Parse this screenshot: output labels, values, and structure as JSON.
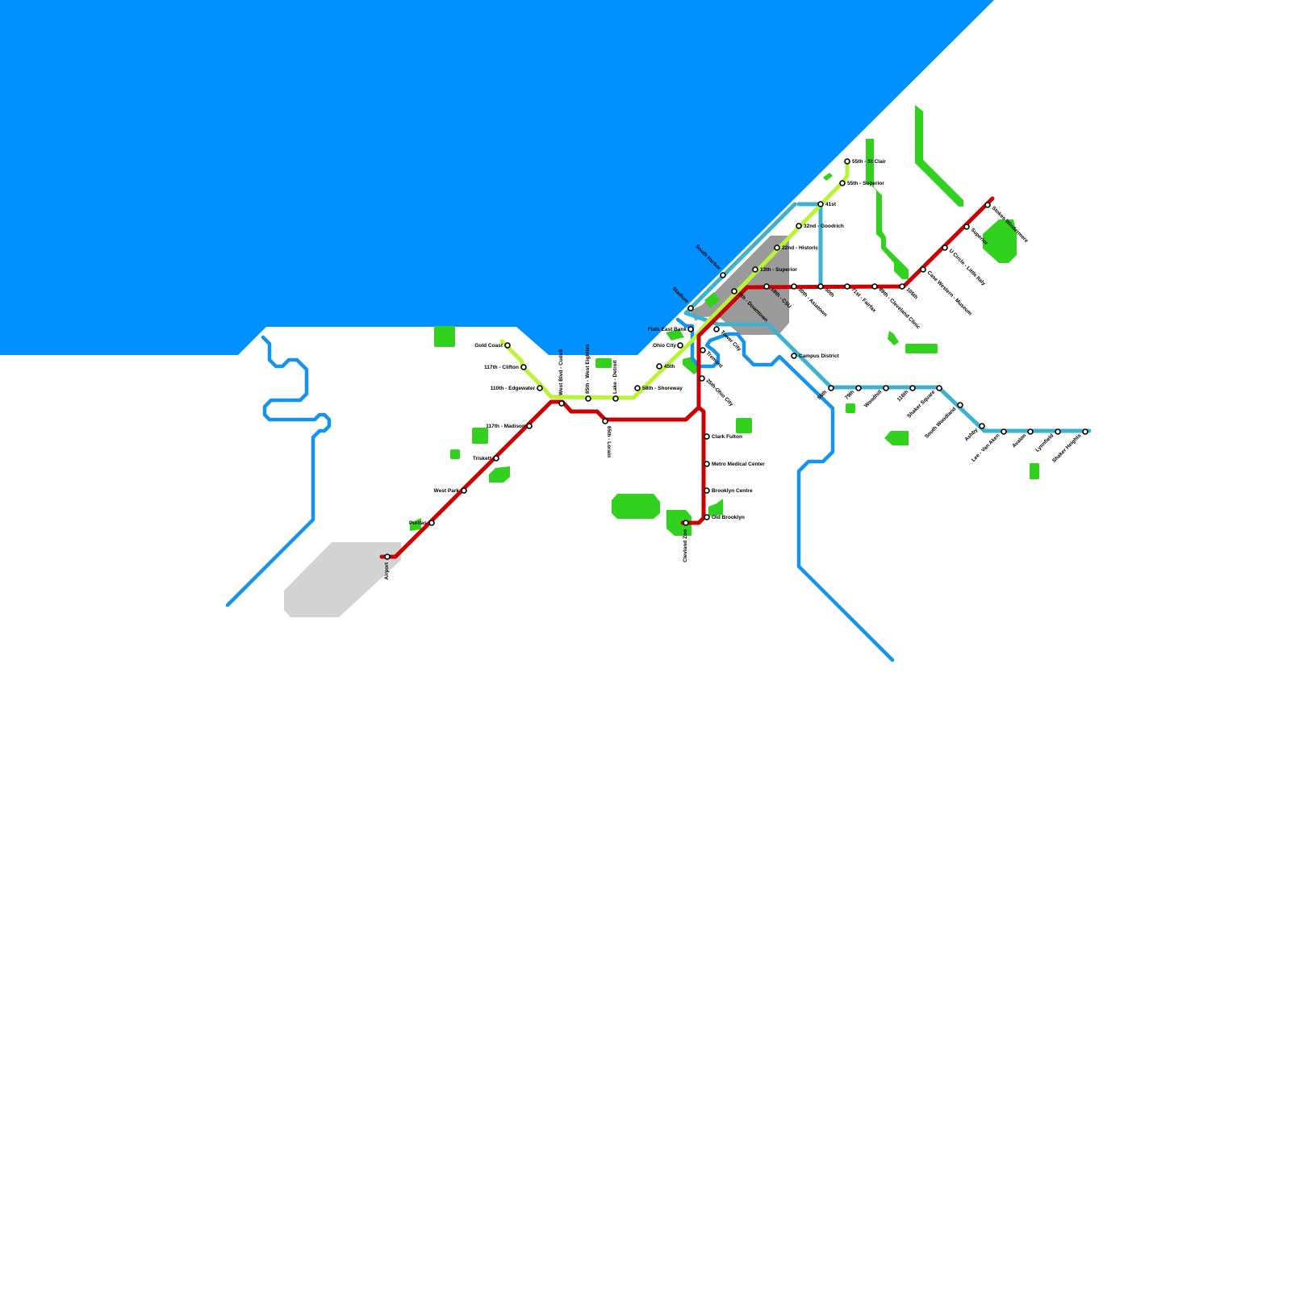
{
  "colors": {
    "water": "#0390ff",
    "river": "#1594ee",
    "park": "#33d11f",
    "downtown": "#9a9a9a",
    "airport": "#d3d3d3",
    "red_line": "#cc0000",
    "green_line": "#b7f536",
    "blue_line": "#3db2cf",
    "station_fill": "#ffffff",
    "station_stroke": "#000000"
  },
  "lines": [
    {
      "id": "red",
      "color": "#cc0000"
    },
    {
      "id": "green",
      "color": "#b7f536"
    },
    {
      "id": "blue",
      "color": "#3db2cf"
    }
  ],
  "stations": [
    {
      "id": "airport",
      "label": "Airport"
    },
    {
      "id": "puritas",
      "label": "Puritas"
    },
    {
      "id": "west-park",
      "label": "West Park"
    },
    {
      "id": "triskett",
      "label": "Triskett"
    },
    {
      "id": "117th-madison",
      "label": "117th - Madison"
    },
    {
      "id": "west-blvd-cudell",
      "label": "West Blvd - Cudell"
    },
    {
      "id": "65th-lorain",
      "label": "65th - Lorain"
    },
    {
      "id": "gold-coast",
      "label": "Gold Coast"
    },
    {
      "id": "117th-clifton",
      "label": "117th - Clifton"
    },
    {
      "id": "110th-edgewater",
      "label": "110th - Edgewater"
    },
    {
      "id": "85th-west-eighties",
      "label": "85th - West Eighties"
    },
    {
      "id": "lake-detroit",
      "label": "Lake - Detroit"
    },
    {
      "id": "58th-shoreway",
      "label": "58th - Shoreway"
    },
    {
      "id": "45th",
      "label": "45th"
    },
    {
      "id": "ohio-city",
      "label": "Ohio City"
    },
    {
      "id": "flats-east-bank",
      "label": "Flats East Bank"
    },
    {
      "id": "stadium",
      "label": "Stadium"
    },
    {
      "id": "south-harbor",
      "label": "South Harbor"
    },
    {
      "id": "tower-city",
      "label": "Tower City"
    },
    {
      "id": "tremont",
      "label": "Tremont"
    },
    {
      "id": "25th-ohio-city",
      "label": "25th-Ohio City"
    },
    {
      "id": "clark-fulton",
      "label": "Clark Fulton"
    },
    {
      "id": "metro-medical-center",
      "label": "Metro Medical Center"
    },
    {
      "id": "brooklyn-centre",
      "label": "Brooklyn Centre"
    },
    {
      "id": "old-brooklyn",
      "label": "Old Brooklyn"
    },
    {
      "id": "cleveland-zoo",
      "label": "Clevland Zoo"
    },
    {
      "id": "9th-downtown",
      "label": "9th - Downtown"
    },
    {
      "id": "13th-superior",
      "label": "13th - Superior"
    },
    {
      "id": "22nd-historic",
      "label": "22nd - Historic"
    },
    {
      "id": "32nd-goodrich",
      "label": "32nd - Goodrich"
    },
    {
      "id": "41st",
      "label": "41st"
    },
    {
      "id": "55th-superior",
      "label": "55th - Superior"
    },
    {
      "id": "55th-st-clair",
      "label": "55th - St Clair"
    },
    {
      "id": "18th-csu",
      "label": "18th - CSU"
    },
    {
      "id": "30th-asiatown",
      "label": "30th - Asiatown"
    },
    {
      "id": "50th",
      "label": "50th"
    },
    {
      "id": "71st-fairfax",
      "label": "71st - Fairfax"
    },
    {
      "id": "89th-cleveland-clinic",
      "label": "89th - Cleveland Clinic"
    },
    {
      "id": "105th",
      "label": "105th"
    },
    {
      "id": "case-western-museum",
      "label": "Case Western - Museum"
    },
    {
      "id": "u-circle-little-italy",
      "label": "U Circle - Little Italy"
    },
    {
      "id": "superior-e",
      "label": "Superior"
    },
    {
      "id": "stokes-windermere",
      "label": "Stokes Windermere"
    },
    {
      "id": "campus-district",
      "label": "Campus District"
    },
    {
      "id": "55th-s",
      "label": "55th"
    },
    {
      "id": "79th",
      "label": "79th"
    },
    {
      "id": "woodhill",
      "label": "Woodhill"
    },
    {
      "id": "116th",
      "label": "116th"
    },
    {
      "id": "shaker-square",
      "label": "Shaker Square"
    },
    {
      "id": "south-woodland",
      "label": "South Woodland"
    },
    {
      "id": "ashby",
      "label": "Ashby"
    },
    {
      "id": "lee-van-aken",
      "label": "Lee - Van Aken"
    },
    {
      "id": "avalon",
      "label": "Avalon"
    },
    {
      "id": "lynnfield",
      "label": "Lynnfield"
    },
    {
      "id": "shaker-heights",
      "label": "Shaker Heights"
    }
  ]
}
